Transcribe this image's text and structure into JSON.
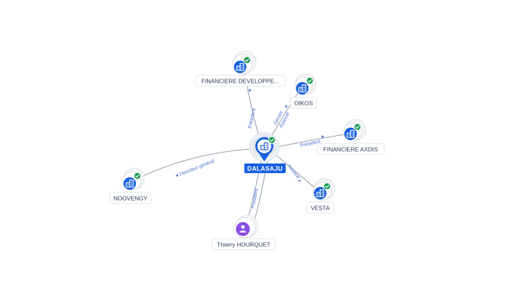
{
  "nodes": {
    "dalasaju": {
      "label": "DALASAJU",
      "kind": "company",
      "verified": true,
      "center": true
    },
    "financiere_dev": {
      "label": "FINANCIERE DEVELOPPE...",
      "kind": "company",
      "verified": true
    },
    "oikos": {
      "label": "OIKOS",
      "kind": "company",
      "verified": true
    },
    "financiere_axdis": {
      "label": "FINANCIERE AXDIS",
      "kind": "company",
      "verified": true
    },
    "vesta": {
      "label": "VESTA",
      "kind": "company",
      "verified": true
    },
    "noovengy": {
      "label": "NOOVENGY",
      "kind": "company",
      "verified": true
    },
    "thierry": {
      "label": "Thierry HOURQUET",
      "kind": "person",
      "verified": false
    }
  },
  "edges": {
    "e1": {
      "label": "Président"
    },
    "e2a": {
      "label": "Gérant"
    },
    "e2b": {
      "label": "Associé"
    },
    "e3": {
      "label": "Président"
    },
    "e4": {
      "label": "Associé"
    },
    "e5": {
      "label": "Directeur général"
    },
    "e6": {
      "label": "Président"
    }
  },
  "icons": {
    "company": "building-icon",
    "person": "person-icon",
    "verified": "check-badge-icon"
  },
  "colors": {
    "company": "#1760e0",
    "person": "#8a4de6",
    "verified": "#1f9d55",
    "edge": "#8e97a6",
    "edge_label": "#4a6fd6"
  }
}
